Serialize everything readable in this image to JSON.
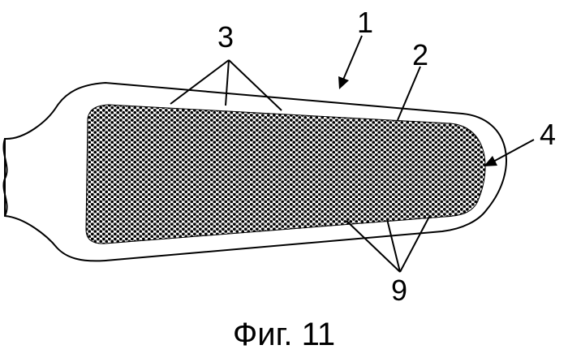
{
  "figure": {
    "caption": "Фиг. 11",
    "colors": {
      "ink": "#000000",
      "background": "#ffffff"
    },
    "reference_labels": [
      {
        "id": "1",
        "text": "1"
      },
      {
        "id": "2",
        "text": "2"
      },
      {
        "id": "3",
        "text": "3"
      },
      {
        "id": "4",
        "text": "4"
      },
      {
        "id": "9",
        "text": "9"
      }
    ]
  }
}
